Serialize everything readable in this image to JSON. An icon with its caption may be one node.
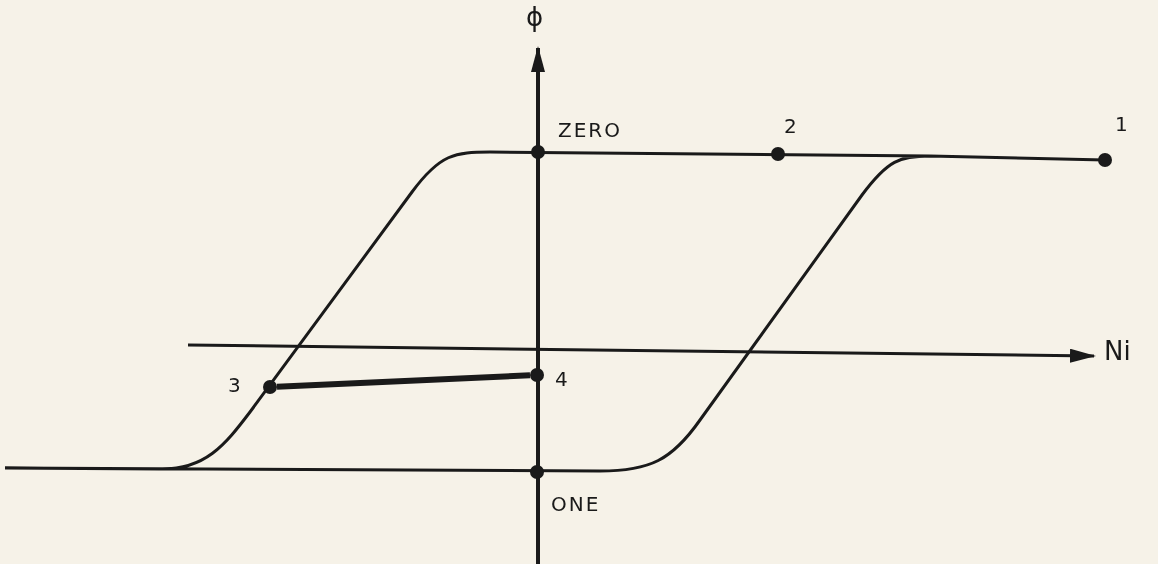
{
  "diagram": {
    "nodes": [
      {
        "text": [
          "ZERO"
        ]
      },
      {
        "text": [
          "2"
        ]
      },
      {
        "text": [
          "1"
        ]
      },
      {
        "text": [
          "3"
        ]
      },
      {
        "text": [
          "4"
        ]
      },
      {
        "text": [
          "ONE"
        ]
      }
    ],
    "edges": [
      {
        "from": 3,
        "to": 4,
        "arrow": "none"
      }
    ],
    "labels": [
      "ϕ",
      "Ni"
    ]
  }
}
